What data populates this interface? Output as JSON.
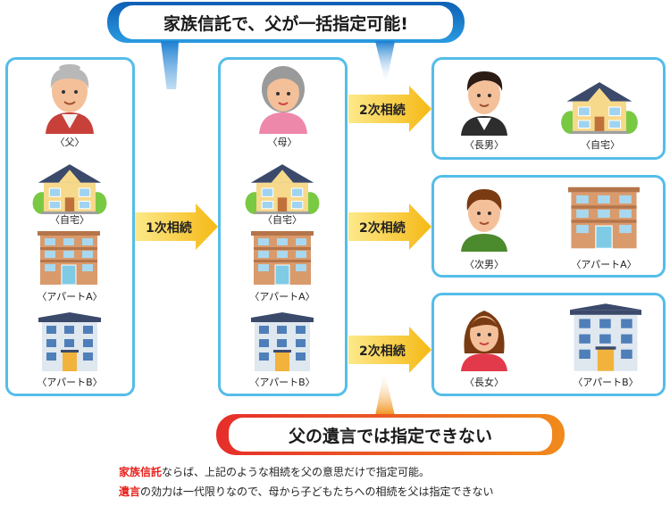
{
  "top_bubble": {
    "text": "家族信託で、父が一括指定可能!"
  },
  "bottom_bubble": {
    "text": "父の遺言では指定できない"
  },
  "panels": {
    "father": {
      "person": "〈父〉",
      "items": [
        "〈自宅〉",
        "〈アパートA〉",
        "〈アパートB〉"
      ]
    },
    "mother": {
      "person": "〈母〉",
      "items": [
        "〈自宅〉",
        "〈アパートA〉",
        "〈アパートB〉"
      ]
    },
    "eldest_son": {
      "person": "〈長男〉",
      "item": "〈自宅〉"
    },
    "second_son": {
      "person": "〈次男〉",
      "item": "〈アパートA〉"
    },
    "eldest_daughter": {
      "person": "〈長女〉",
      "item": "〈アパートB〉"
    }
  },
  "arrows": {
    "first": "1次相続",
    "second_1": "2次相続",
    "second_2": "2次相続",
    "second_3": "2次相続"
  },
  "footer": {
    "line1_highlight": "家族信託",
    "line1_rest": "ならば、上記のような相続を父の意思だけで指定可能。",
    "line2_highlight": "遺言",
    "line2_rest": "の効力は一代限りなので、母から子どもたちへの相続を父は指定できない"
  },
  "colors": {
    "panel_border": "#55bde9",
    "arrow": "#f6c22b",
    "top_bubble": "#1b74c5",
    "bottom_bubble": "#e8442a",
    "highlight": "#e8221e"
  }
}
